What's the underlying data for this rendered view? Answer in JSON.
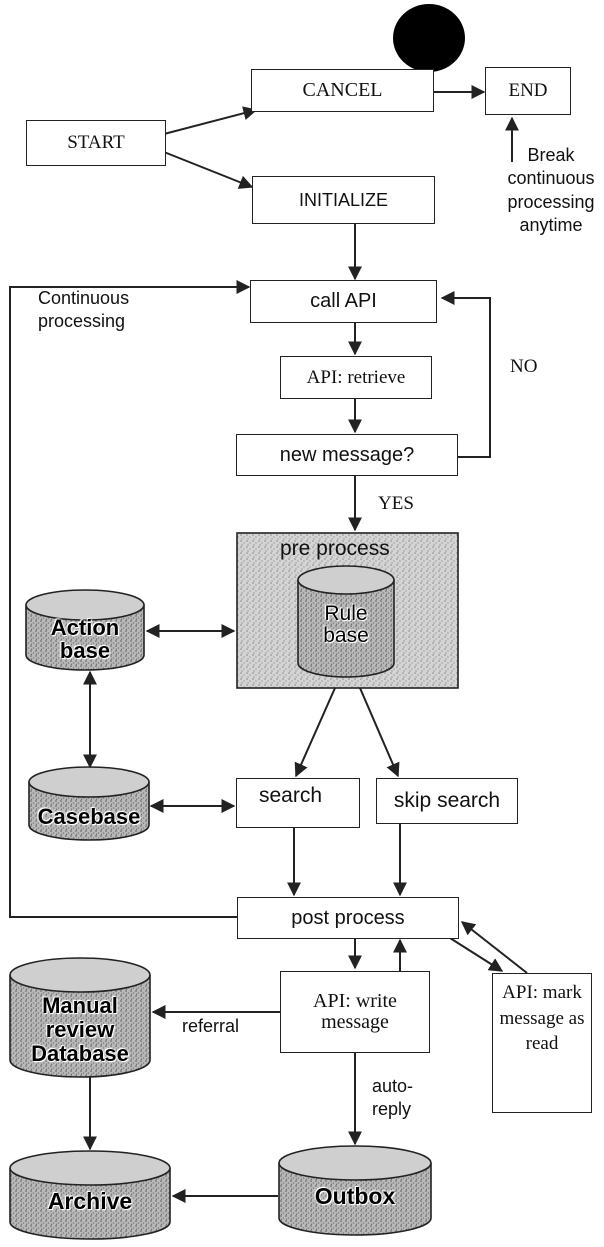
{
  "nodes": {
    "cancel": "CANCEL",
    "end": "END",
    "start": "START",
    "initialize": "INITIALIZE",
    "call_api": "call API",
    "api_retrieve": "API: retrieve",
    "new_message": "new message?",
    "pre_process": "pre process",
    "rule_base": "Rule base",
    "action_base": "Action base",
    "casebase": "Casebase",
    "search": "search",
    "skip_search": "skip search",
    "post_process": "post process",
    "api_write_message": "API: write message",
    "api_mark_message": "API: mark message as read",
    "manual_review_db": "Manual review Database",
    "archive": "Archive",
    "outbox": "Outbox"
  },
  "annotations": {
    "break": "Break continuous processing anytime",
    "continuous": "Continuous processing",
    "no": "NO",
    "yes": "YES",
    "referral": "referral",
    "auto_reply": "auto-reply"
  },
  "colors": {
    "line": "#222222",
    "db_fill": "#b8b8b8",
    "stipple_fill": "#c9c9c9"
  }
}
